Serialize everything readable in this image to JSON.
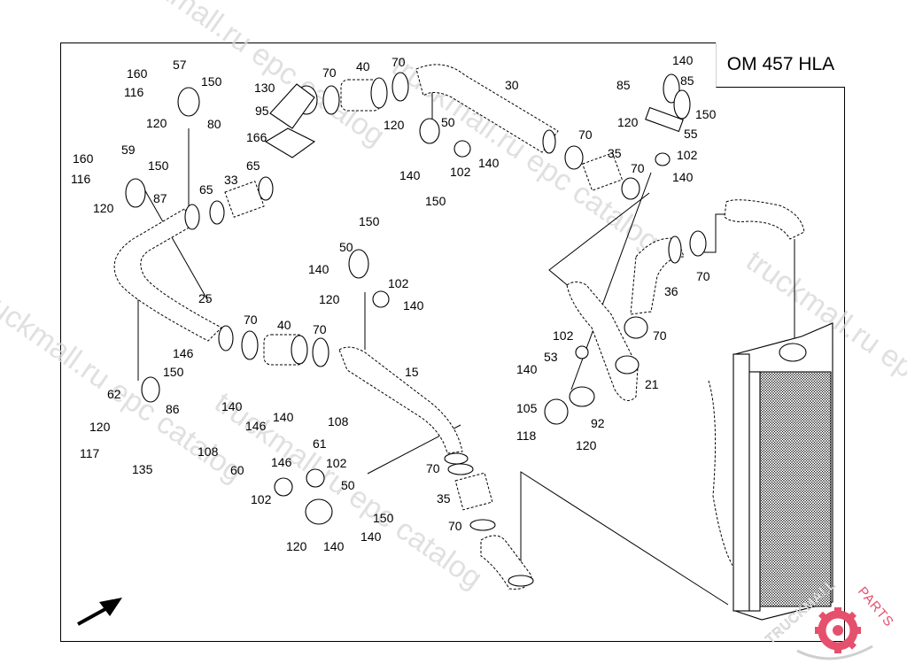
{
  "diagram": {
    "title": "OM 457 HLA",
    "watermarks": [
      "truckmall.ru epc catalog",
      "truckmall.ru epc catalog",
      "truckmall.ru epc catalog",
      "truckmall.ru epc catalog"
    ],
    "logo": {
      "text_left": "TRUCKMALL",
      "text_right": "PARTS",
      "accent_color": "#e5506d"
    },
    "direction_arrow": "arrow-up-right",
    "callouts": [
      {
        "id": "c1",
        "label": "160"
      },
      {
        "id": "c2",
        "label": "57"
      },
      {
        "id": "c3",
        "label": "150"
      },
      {
        "id": "c4",
        "label": "116"
      },
      {
        "id": "c5",
        "label": "120"
      },
      {
        "id": "c6",
        "label": "80"
      },
      {
        "id": "c7",
        "label": "160"
      },
      {
        "id": "c8",
        "label": "59"
      },
      {
        "id": "c9",
        "label": "150"
      },
      {
        "id": "c10",
        "label": "116"
      },
      {
        "id": "c11",
        "label": "120"
      },
      {
        "id": "c12",
        "label": "87"
      },
      {
        "id": "c13",
        "label": "65"
      },
      {
        "id": "c14",
        "label": "33"
      },
      {
        "id": "c15",
        "label": "65"
      },
      {
        "id": "c16",
        "label": "130"
      },
      {
        "id": "c17",
        "label": "95"
      },
      {
        "id": "c18",
        "label": "166"
      },
      {
        "id": "c19",
        "label": "70"
      },
      {
        "id": "c20",
        "label": "40"
      },
      {
        "id": "c21",
        "label": "70"
      },
      {
        "id": "c22",
        "label": "30"
      },
      {
        "id": "c23",
        "label": "120"
      },
      {
        "id": "c24",
        "label": "50"
      },
      {
        "id": "c25",
        "label": "140"
      },
      {
        "id": "c26",
        "label": "102"
      },
      {
        "id": "c27",
        "label": "140"
      },
      {
        "id": "c28",
        "label": "150"
      },
      {
        "id": "c29",
        "label": "140"
      },
      {
        "id": "c30",
        "label": "85"
      },
      {
        "id": "c31",
        "label": "85"
      },
      {
        "id": "c32",
        "label": "150"
      },
      {
        "id": "c33",
        "label": "120"
      },
      {
        "id": "c34",
        "label": "55"
      },
      {
        "id": "c35",
        "label": "102"
      },
      {
        "id": "c36",
        "label": "140"
      },
      {
        "id": "c37",
        "label": "70"
      },
      {
        "id": "c38",
        "label": "35"
      },
      {
        "id": "c39",
        "label": "70"
      },
      {
        "id": "c40",
        "label": "25"
      },
      {
        "id": "c41",
        "label": "150"
      },
      {
        "id": "c42",
        "label": "50"
      },
      {
        "id": "c43",
        "label": "140"
      },
      {
        "id": "c44",
        "label": "102"
      },
      {
        "id": "c45",
        "label": "120"
      },
      {
        "id": "c46",
        "label": "140"
      },
      {
        "id": "c47",
        "label": "70"
      },
      {
        "id": "c48",
        "label": "40"
      },
      {
        "id": "c49",
        "label": "70"
      },
      {
        "id": "c50",
        "label": "15"
      },
      {
        "id": "c51",
        "label": "146"
      },
      {
        "id": "c52",
        "label": "150"
      },
      {
        "id": "c53",
        "label": "62"
      },
      {
        "id": "c54",
        "label": "86"
      },
      {
        "id": "c55",
        "label": "120"
      },
      {
        "id": "c56",
        "label": "117"
      },
      {
        "id": "c57",
        "label": "135"
      },
      {
        "id": "c58",
        "label": "140"
      },
      {
        "id": "c59",
        "label": "146"
      },
      {
        "id": "c60",
        "label": "140"
      },
      {
        "id": "c61",
        "label": "108"
      },
      {
        "id": "c62",
        "label": "108"
      },
      {
        "id": "c63",
        "label": "60"
      },
      {
        "id": "c64",
        "label": "146"
      },
      {
        "id": "c65",
        "label": "61"
      },
      {
        "id": "c66",
        "label": "102"
      },
      {
        "id": "c67",
        "label": "102"
      },
      {
        "id": "c68",
        "label": "50"
      },
      {
        "id": "c69",
        "label": "150"
      },
      {
        "id": "c70",
        "label": "140"
      },
      {
        "id": "c71",
        "label": "120"
      },
      {
        "id": "c72",
        "label": "140"
      },
      {
        "id": "c73",
        "label": "70"
      },
      {
        "id": "c74",
        "label": "35"
      },
      {
        "id": "c75",
        "label": "70"
      },
      {
        "id": "c76",
        "label": "70"
      },
      {
        "id": "c77",
        "label": "36"
      },
      {
        "id": "c78",
        "label": "70"
      },
      {
        "id": "c79",
        "label": "102"
      },
      {
        "id": "c80",
        "label": "53"
      },
      {
        "id": "c81",
        "label": "140"
      },
      {
        "id": "c82",
        "label": "21"
      },
      {
        "id": "c83",
        "label": "105"
      },
      {
        "id": "c84",
        "label": "92"
      },
      {
        "id": "c85",
        "label": "118"
      },
      {
        "id": "c86",
        "label": "120"
      }
    ]
  }
}
